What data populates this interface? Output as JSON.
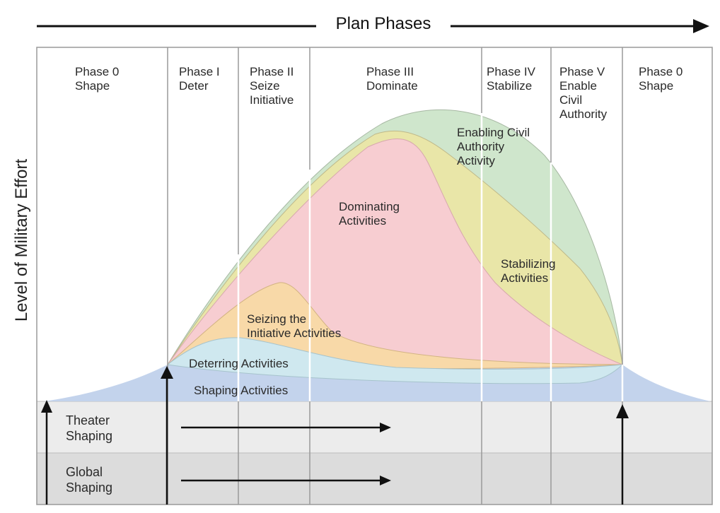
{
  "title": "Plan Phases",
  "y_axis_label": "Level of Military Effort",
  "phases": [
    {
      "lines": [
        "Phase 0",
        "Shape"
      ]
    },
    {
      "lines": [
        "Phase I",
        "Deter"
      ]
    },
    {
      "lines": [
        "Phase II",
        "Seize",
        "Initiative"
      ]
    },
    {
      "lines": [
        "Phase III",
        "Dominate"
      ]
    },
    {
      "lines": [
        "Phase IV",
        "Stabilize"
      ]
    },
    {
      "lines": [
        "Phase V",
        "Enable",
        "Civil",
        "Authority"
      ]
    },
    {
      "lines": [
        "Phase 0",
        "Shape"
      ]
    }
  ],
  "activities": [
    {
      "lines": [
        "Enabling Civil",
        "Authority",
        "Activity"
      ],
      "color": "#cfe6cc"
    },
    {
      "lines": [
        "Stabilizing",
        "Activities"
      ],
      "color": "#e9e6a8"
    },
    {
      "lines": [
        "Dominating",
        "Activities"
      ],
      "color": "#f7cdd1"
    },
    {
      "lines": [
        "Seizing the",
        "Initiative Activities"
      ],
      "color": "#f8d9a8"
    },
    {
      "lines": [
        "Deterring Activities"
      ],
      "color": "#cfe8ef"
    },
    {
      "lines": [
        "Shaping Activities"
      ],
      "color": "#c3d3ec"
    }
  ],
  "rows": [
    {
      "lines": [
        "Theater",
        "Shaping"
      ],
      "color": "#ececec"
    },
    {
      "lines": [
        "Global",
        "Shaping"
      ],
      "color": "#dcdcdc"
    }
  ]
}
